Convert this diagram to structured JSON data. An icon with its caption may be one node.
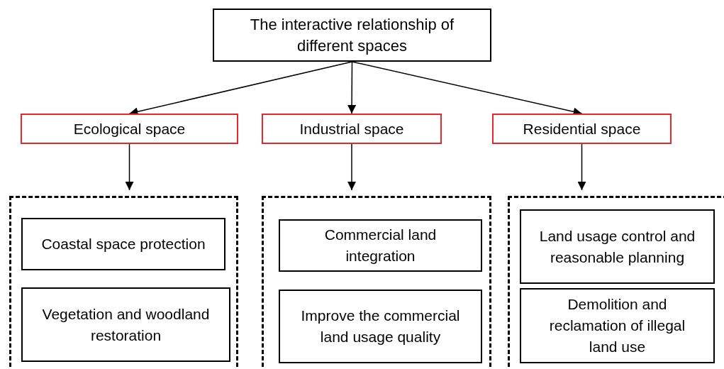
{
  "diagram": {
    "nodes": [
      {
        "text": [
          "The interactive relationship of different spaces"
        ]
      },
      {
        "text": [
          "Ecological space"
        ]
      },
      {
        "text": [
          "Industrial space"
        ]
      },
      {
        "text": [
          "Residential space"
        ]
      },
      {
        "text": [],
        "shape": "box"
      },
      {
        "text": [
          "Coastal space protection"
        ],
        "in": 4
      },
      {
        "text": [
          "Vegetation and woodland restoration"
        ],
        "in": 4
      },
      {
        "text": [],
        "shape": "box"
      },
      {
        "text": [
          "Commercial land integration"
        ],
        "in": 7
      },
      {
        "text": [
          "Improve the commercial land usage quality"
        ],
        "in": 7
      },
      {
        "text": [],
        "shape": "box"
      },
      {
        "text": [
          "Land usage control and reasonable planning"
        ],
        "in": 10
      },
      {
        "text": [
          "Demolition and reclamation of illegal land use"
        ],
        "in": 10
      }
    ],
    "edges": [
      {
        "from": 0,
        "to": 1,
        "arrow": "to"
      },
      {
        "from": 0,
        "to": 2,
        "arrow": "to"
      },
      {
        "from": 0,
        "to": 3,
        "arrow": "to"
      },
      {
        "from": 1,
        "to": 4,
        "arrow": "to"
      },
      {
        "from": 2,
        "to": 7,
        "arrow": "to"
      },
      {
        "from": 3,
        "to": 10,
        "arrow": "to"
      }
    ]
  }
}
